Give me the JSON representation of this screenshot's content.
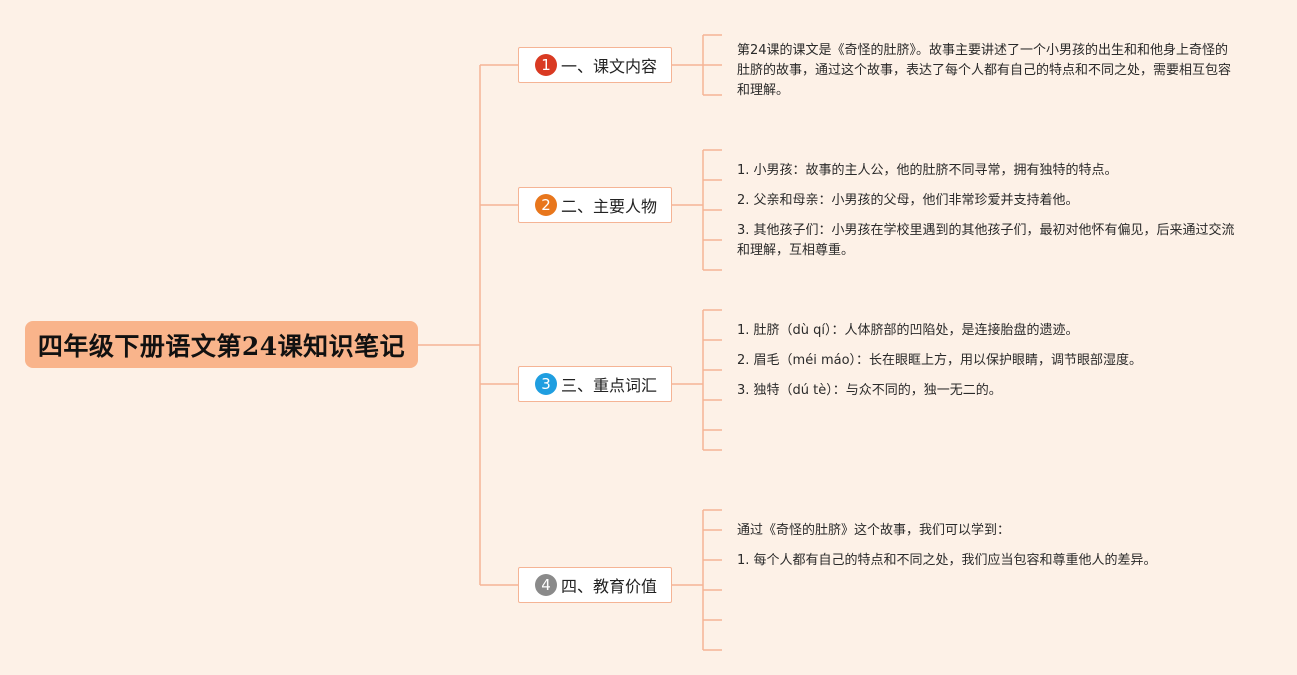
{
  "root": {
    "title": "四年级下册语文第24课知识笔记"
  },
  "colors": {
    "background": "#fdf1e7",
    "root_fill": "#f9b48b",
    "connector": "#f5b495",
    "badge_1": "#d93a22",
    "badge_2": "#e8761c",
    "badge_3": "#1f9ee0",
    "badge_4": "#8a8a8a"
  },
  "branches": [
    {
      "number": "1",
      "label": "一、课文内容",
      "items": [
        "第24课的课文是《奇怪的肚脐》。故事主要讲述了一个小男孩的出生和和他身上奇怪的肚脐的故事，通过这个故事，表达了每个人都有自己的特点和不同之处，需要相互包容和理解。"
      ]
    },
    {
      "number": "2",
      "label": "二、主要人物",
      "items": [
        "1. 小男孩：故事的主人公，他的肚脐不同寻常，拥有独特的特点。",
        "2. 父亲和母亲：小男孩的父母，他们非常珍爱并支持着他。",
        "3. 其他孩子们：小男孩在学校里遇到的其他孩子们，最初对他怀有偏见，后来通过交流和理解，互相尊重。"
      ]
    },
    {
      "number": "3",
      "label": "三、重点词汇",
      "items": [
        "1. 肚脐（dù qí）：人体脐部的凹陷处，是连接胎盘的遗迹。",
        "2. 眉毛（méi máo）：长在眼眶上方，用以保护眼睛，调节眼部湿度。",
        "3. 独特（dú tè）：与众不同的，独一无二的。"
      ]
    },
    {
      "number": "4",
      "label": "四、教育价值",
      "items": [
        "通过《奇怪的肚脐》这个故事，我们可以学到：",
        "1. 每个人都有自己的特点和不同之处，我们应当包容和尊重他人的差异。"
      ]
    }
  ]
}
